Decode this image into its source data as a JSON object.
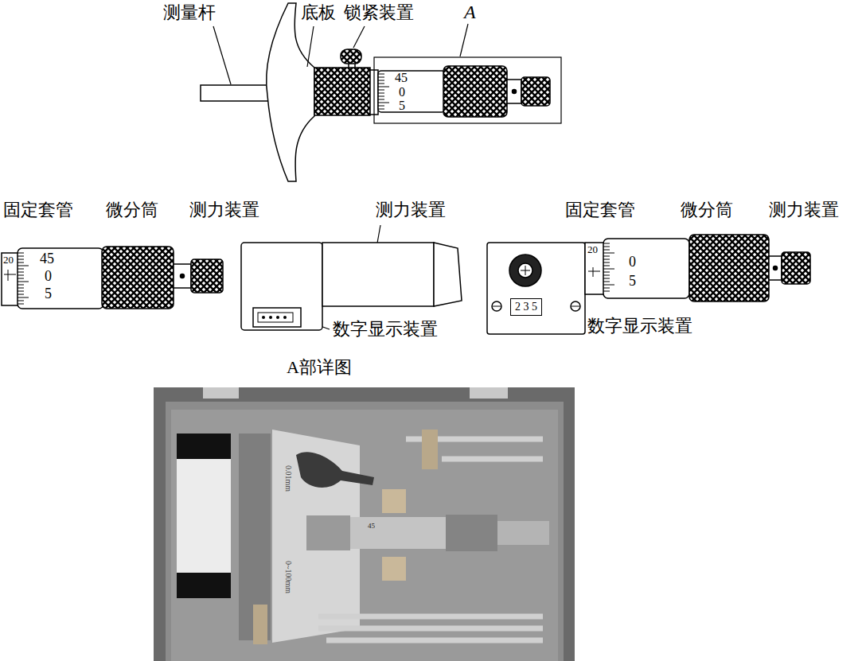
{
  "diagram": {
    "nodes": [
      {
        "text": [
          "2 3 5"
        ]
      }
    ],
    "labels": [
      "测量杆",
      "底板",
      "锁紧装置",
      "A",
      "45",
      "0",
      "5",
      "固定套管",
      "微分筒",
      "测力装置",
      "测力装置",
      "固定套管",
      "微分筒",
      "测力装置",
      "20",
      "45",
      "0",
      "5",
      "数字显示装置",
      "20",
      "0",
      "5",
      "数字显示装置",
      "A部详图",
      "0.01mm",
      "0~100mm",
      "45"
    ]
  }
}
